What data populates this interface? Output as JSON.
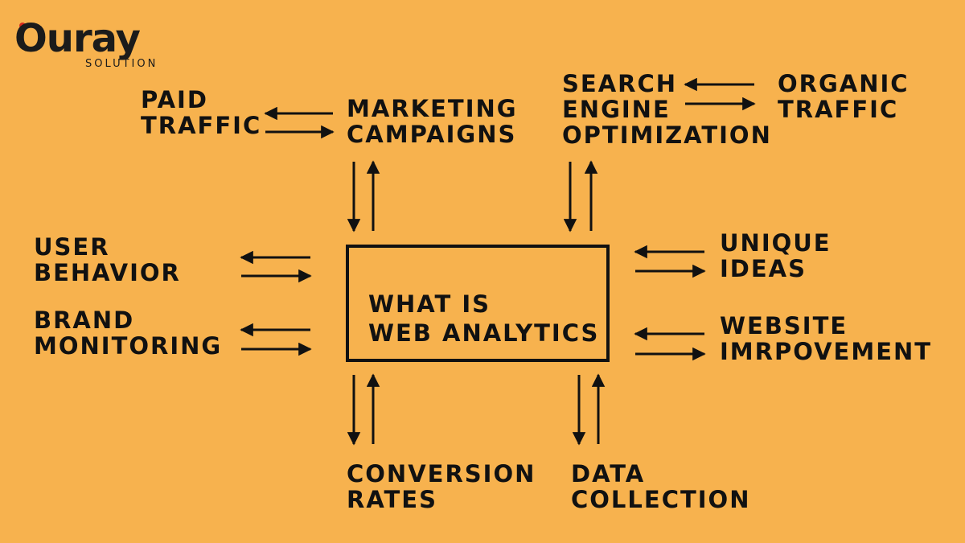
{
  "logo": {
    "brand": "Ouray",
    "subtitle": "SOLUTION",
    "dot_color": "#d62a1f"
  },
  "colors": {
    "background": "#F7B24E",
    "ink": "#111111"
  },
  "center": {
    "line1": "WHAT IS",
    "line2": "WEB ANALYTICS"
  },
  "nodes": {
    "paid_traffic": [
      "PAID",
      "TRAFFIC"
    ],
    "marketing_campaigns": [
      "MARKETING",
      "CAMPAIGNS"
    ],
    "seo": [
      "SEARCH",
      "ENGINE",
      "OPTIMIZATION"
    ],
    "organic_traffic": [
      "ORGANIC",
      "TRAFFIC"
    ],
    "user_behavior": [
      "USER",
      "BEHAVIOR"
    ],
    "brand_monitoring": [
      "BRAND",
      "MONITORING"
    ],
    "unique_ideas": [
      "UNIQUE",
      "IDEAS"
    ],
    "website_improvement": [
      "WEBSITE",
      "IMRPOVEMENT"
    ],
    "conversion_rates": [
      "CONVERSION",
      "RATES"
    ],
    "data_collection": [
      "DATA",
      "COLLECTION"
    ]
  }
}
